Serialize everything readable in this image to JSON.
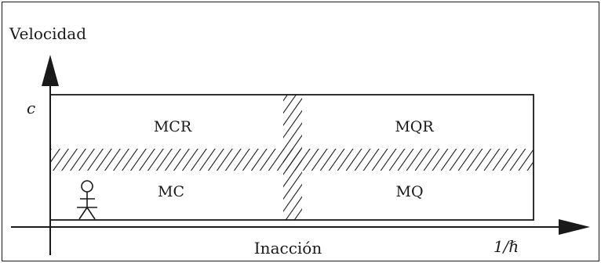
{
  "diagram": {
    "y_axis_label": "Velocidad",
    "x_axis_label": "Inacción",
    "y_tick_label": "c",
    "x_tick_label": "1/ℏ",
    "regions": {
      "top_left": "MCR",
      "top_right": "MQR",
      "bottom_left": "MC",
      "bottom_right": "MQ"
    },
    "icons": [
      "stick-figure-icon"
    ]
  }
}
